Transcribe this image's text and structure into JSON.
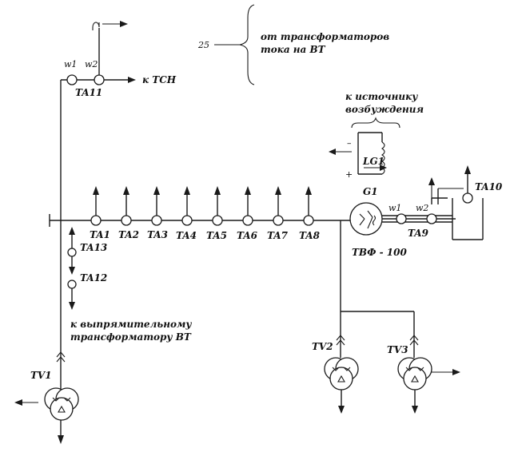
{
  "labels": {
    "ta11": "TA11",
    "w1_top": "w1",
    "w2_top": "w2",
    "to_tsn": "к ТСН",
    "n25": "25",
    "from_ct_vt_1": "от трансформаторов",
    "from_ct_vt_2": "тока на ВТ",
    "excitation_1": "к источнику",
    "excitation_2": "возбуждения",
    "lg1": "LG1",
    "minus": "–",
    "plus": "+",
    "g1": "G1",
    "w1_gen": "w1",
    "w2_gen": "w2",
    "ta10": "TA10",
    "ta9": "TA9",
    "gen_type": "ТВФ - 100",
    "ta1": "TA1",
    "ta2": "TA2",
    "ta3": "TA3",
    "ta4": "TA4",
    "ta5": "TA5",
    "ta6": "TA6",
    "ta7": "TA7",
    "ta8": "TA8",
    "ta13": "TA13",
    "ta12": "TA12",
    "rectifier_1": "к выпрямительному",
    "rectifier_2": "трансформатору ВТ",
    "tv1": "TV1",
    "tv2": "TV2",
    "tv3": "TV3"
  }
}
